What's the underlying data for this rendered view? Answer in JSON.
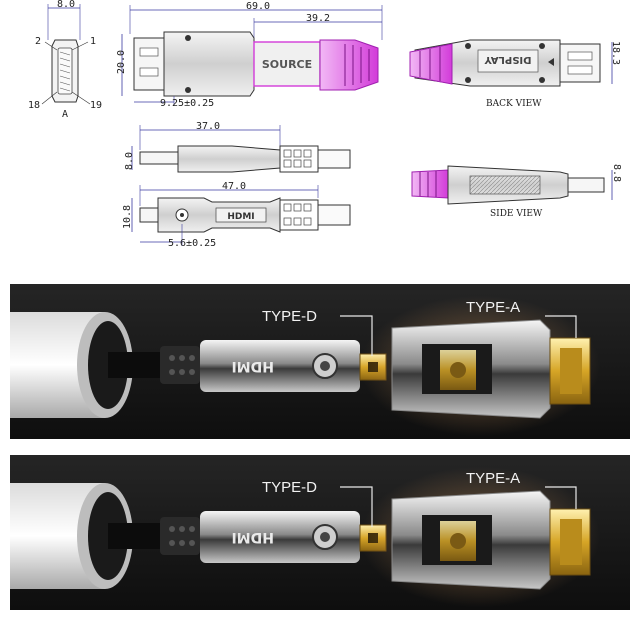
{
  "drawing": {
    "pin_view": {
      "width": "8.0",
      "pins": [
        "2",
        "1",
        "18",
        "19"
      ],
      "label": "A"
    },
    "top_view": {
      "length": "69.0",
      "height": "20.0",
      "sub_length": "39.2",
      "offset": "9.25±0.25",
      "source_label": "SOURCE"
    },
    "back_view": {
      "height": "18.3",
      "display_label": "DISPLAY",
      "caption": "BACK VIEW"
    },
    "side_top": {
      "length": "37.0",
      "height": "8.0"
    },
    "side_bottom": {
      "length": "47.0",
      "height": "10.8",
      "offset": "5.6±0.25",
      "brand": "HDMI"
    },
    "side_view": {
      "height": "8.8",
      "caption": "SIDE VIEW"
    }
  },
  "photos": [
    {
      "label_d": "TYPE-D",
      "label_a": "TYPE-A",
      "brand": "HDMI"
    },
    {
      "label_d": "TYPE-D",
      "label_a": "TYPE-A",
      "brand": "HDMI"
    }
  ],
  "colors": {
    "magenta": "#d23bd9",
    "dimension_line": "#3a3aa0",
    "photo_bg": "#141414",
    "gold": "#d6a526"
  }
}
